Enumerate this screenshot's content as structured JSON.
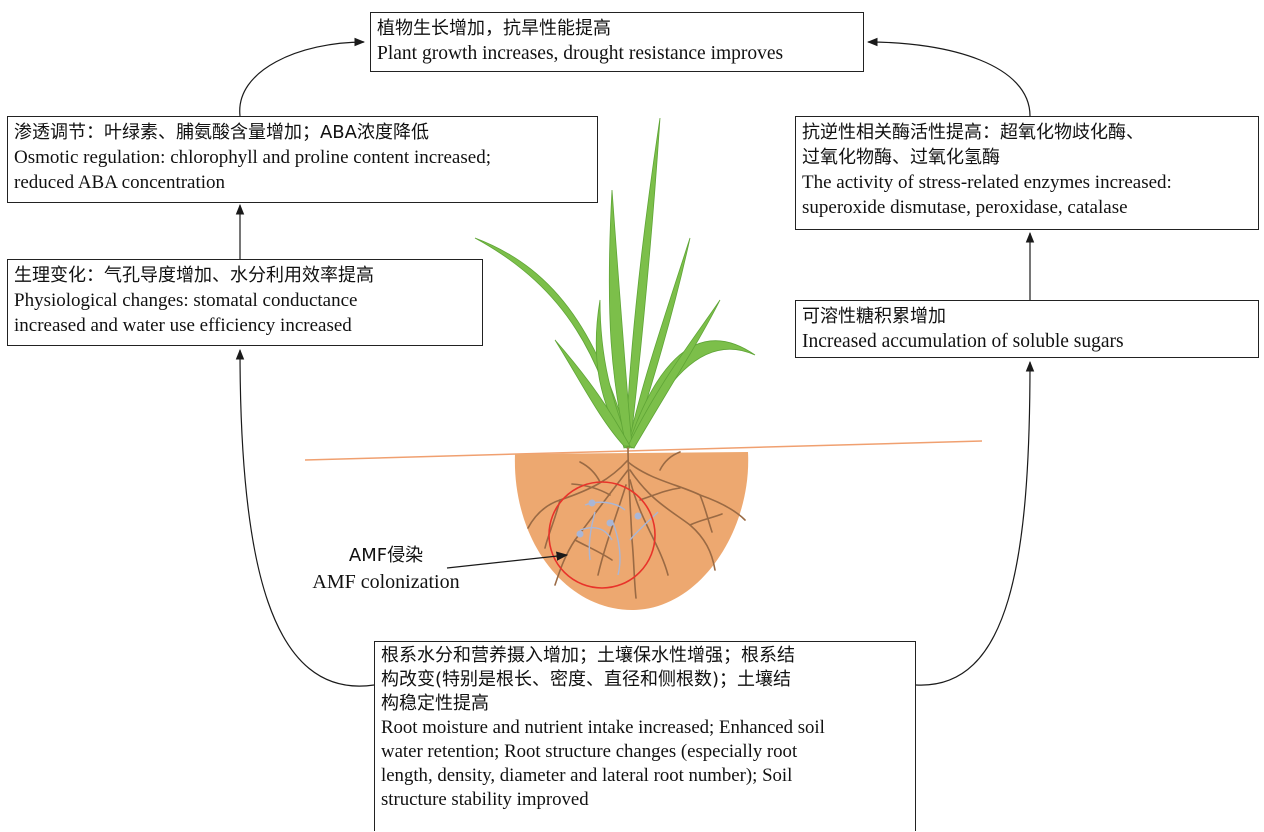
{
  "top_box": {
    "zh": "植物生长增加，抗旱性能提高",
    "en": "Plant growth increases, drought resistance improves"
  },
  "osmotic_box": {
    "zh": "渗透调节：叶绿素、脯氨酸含量增加；ABA浓度降低",
    "en_line1": "Osmotic regulation: chlorophyll and proline content increased;",
    "en_line2": "reduced ABA concentration"
  },
  "physiology_box": {
    "zh": "生理变化：气孔导度增加、水分利用效率提高",
    "en_line1": "Physiological changes: stomatal conductance",
    "en_line2": "increased and water use efficiency increased"
  },
  "enzyme_box": {
    "zh_line1": "抗逆性相关酶活性提高：超氧化物歧化酶、",
    "zh_line2": "过氧化物酶、过氧化氢酶",
    "en_line1": "The activity of stress-related enzymes increased:",
    "en_line2": "superoxide dismutase, peroxidase, catalase"
  },
  "sugar_box": {
    "zh": "可溶性糖积累增加",
    "en": "Increased accumulation of soluble sugars"
  },
  "root_box": {
    "zh_line1": "根系水分和营养摄入增加；土壤保水性增强；根系结",
    "zh_line2": "构改变(特别是根长、密度、直径和侧根数)；土壤结",
    "zh_line3": "构稳定性提高",
    "en_line1": "Root moisture and nutrient intake increased; Enhanced soil",
    "en_line2": "water retention; Root structure changes (especially root",
    "en_line3": "length, density, diameter and lateral root number); Soil",
    "en_line4": "structure stability improved"
  },
  "amf": {
    "zh": "AMF侵染",
    "en": "AMF colonization"
  },
  "colors": {
    "leaf": "#7cbf4a",
    "leaf_dark": "#5fa536",
    "soil": "#eda870",
    "soil_line": "#f0a070",
    "root": "#9a6a44",
    "hyphae": "#a9b6d6",
    "colonization_circle": "#e8332a",
    "arrow": "#1a1a1a"
  }
}
